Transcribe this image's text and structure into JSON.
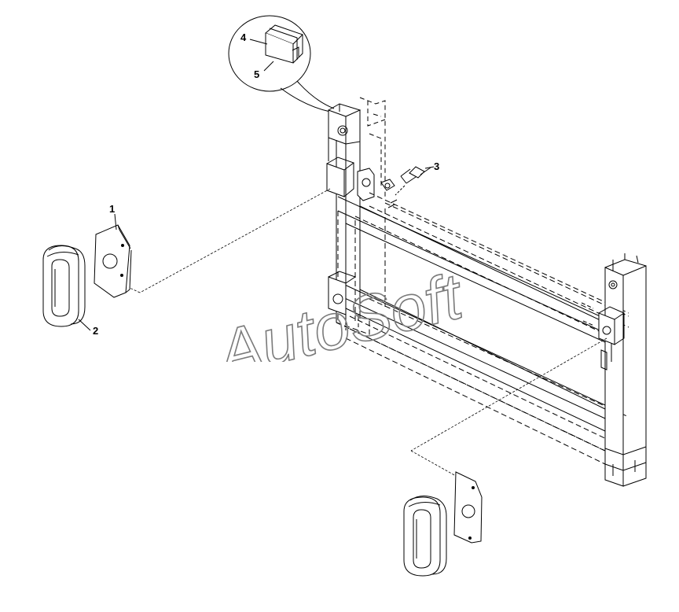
{
  "callouts": [
    {
      "id": "1",
      "label": "1"
    },
    {
      "id": "2",
      "label": "2"
    },
    {
      "id": "3",
      "label": "3"
    },
    {
      "id": "4",
      "label": "4"
    },
    {
      "id": "5",
      "label": "5"
    }
  ],
  "watermark": {
    "text": "AutoSoft"
  },
  "colors": {
    "line": "#000000",
    "watermark_stroke": "#7a7a7a",
    "background": "#ffffff"
  }
}
